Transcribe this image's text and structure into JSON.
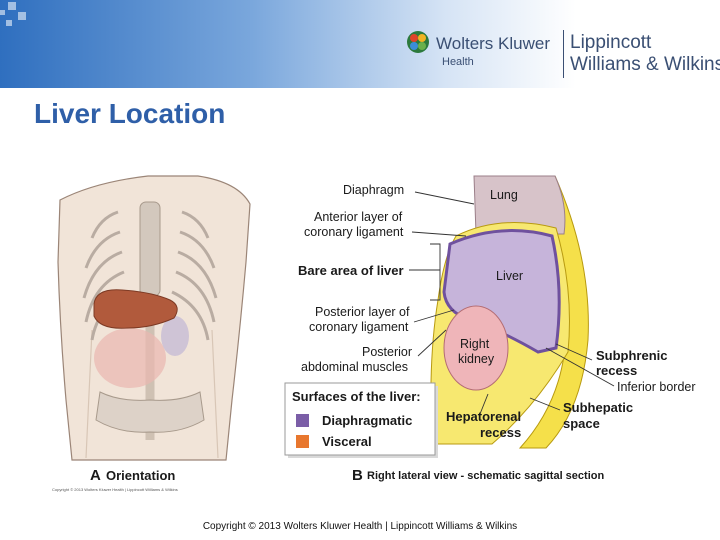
{
  "header": {
    "publisher": "Wolters Kluwer",
    "publisher_sub": "Health",
    "imprint_line1": "Lippincott",
    "imprint_line2": "Williams & Wilkins"
  },
  "slide": {
    "title": "Liver Location"
  },
  "figure_a": {
    "letter": "A",
    "caption": "Orientation",
    "copyright": "Copyright © 2013 Wolters Kluwer Health | Lippincott Williams & Wilkins"
  },
  "figure_b": {
    "letter": "B",
    "caption": "Right lateral view - schematic sagittal section",
    "labels": {
      "diaphragm": "Diaphragm",
      "anterior_layer_1": "Anterior layer of",
      "anterior_layer_2": "coronary ligament",
      "bare_area": "Bare area of liver",
      "posterior_layer_1": "Posterior layer of",
      "posterior_layer_2": "coronary ligament",
      "posterior_muscles_1": "Posterior",
      "posterior_muscles_2": "abdominal muscles",
      "lung": "Lung",
      "liver": "Liver",
      "kidney_1": "Right",
      "kidney_2": "kidney",
      "subphrenic_1": "Subphrenic",
      "subphrenic_2": "recess",
      "inferior_border": "Inferior border",
      "subhepatic_1": "Subhepatic",
      "subhepatic_2": "space",
      "hepatorenal_1": "Hepatorenal",
      "hepatorenal_2": "recess"
    },
    "legend": {
      "title": "Surfaces of the liver:",
      "items": [
        {
          "label": "Diaphragmatic",
          "color": "#7b5ea7"
        },
        {
          "label": "Visceral",
          "color": "#e8772e"
        }
      ]
    }
  },
  "footer": {
    "text": "Copyright © 2013 Wolters Kluwer Health | Lippincott Williams & Wilkins"
  }
}
